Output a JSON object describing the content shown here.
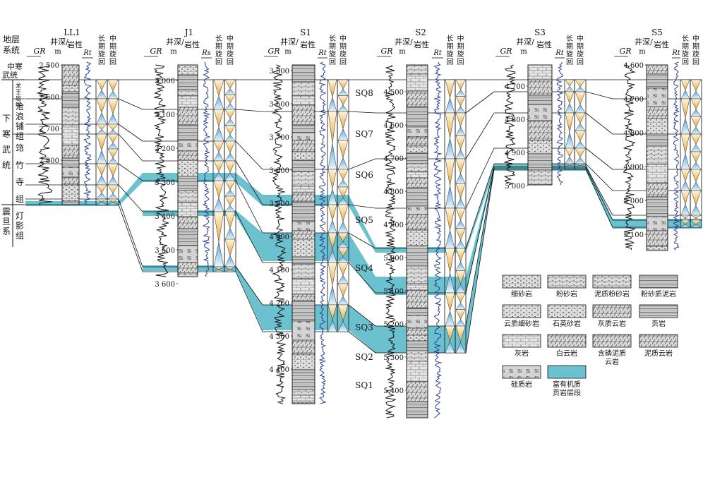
{
  "strat": {
    "header": "地层系统",
    "units": [
      {
        "name": "中寒武统"
      },
      {
        "name": "龙王庙组"
      },
      {
        "name": "沧浪铺组"
      },
      {
        "name": "下寒武统"
      },
      {
        "name": "筇竹寺组"
      },
      {
        "name": "震旦系"
      },
      {
        "name": "灯影组"
      }
    ]
  },
  "col_labels": {
    "gr": "GR",
    "depth": "井深/m",
    "litho": "岩性",
    "rt": "Rt",
    "rs": "Rs",
    "long_cycle": "长期旋回",
    "mid_cycle": "中期旋回"
  },
  "wells": [
    {
      "name": "LL1",
      "res": "Rt",
      "depths": [
        "2 500",
        "2 600",
        "2 700",
        "2 800"
      ]
    },
    {
      "name": "J1",
      "res": "Rs",
      "depths": [
        "3 000",
        "3 100",
        "3 200",
        "3 300",
        "3 400",
        "3 500",
        "3 600"
      ]
    },
    {
      "name": "S1",
      "res": "Rt",
      "depths": [
        "3 500",
        "3 600",
        "3 700",
        "3 800",
        "3 900",
        "4 000",
        "4 100",
        "4 200",
        "4 300",
        "4 400"
      ]
    },
    {
      "name": "S2",
      "res": "Rt",
      "depths": [
        "4 500",
        "4 600",
        "4 700",
        "4 800",
        "4 900",
        "5 000",
        "5 100",
        "5 200",
        "5 300",
        "5 400"
      ]
    },
    {
      "name": "S3",
      "res": "Rt",
      "depths": [
        "4 700",
        "4 800",
        "4 900",
        "5 000"
      ]
    },
    {
      "name": "S5",
      "res": "Rt",
      "depths": [
        "4 600",
        "4 700",
        "4 800",
        "4 900",
        "5 000",
        "5 100"
      ]
    }
  ],
  "sequences": [
    "SQ8",
    "SQ7",
    "SQ6",
    "SQ5",
    "SQ4",
    "SQ3",
    "SQ2",
    "SQ1"
  ],
  "legend": {
    "items": [
      {
        "name": "细砂岩"
      },
      {
        "name": "粉砂岩"
      },
      {
        "name": "泥质粉砂岩"
      },
      {
        "name": "粉砂质泥岩"
      },
      {
        "name": "云质细砂岩"
      },
      {
        "name": "石英砂岩"
      },
      {
        "name": "灰质云岩"
      },
      {
        "name": "页岩"
      },
      {
        "name": "灰岩"
      },
      {
        "name": "白云岩"
      },
      {
        "name": "含磷泥质云岩"
      },
      {
        "name": "泥质云岩"
      },
      {
        "name": "硅质岩"
      },
      {
        "name": "富有机质页岩层段"
      }
    ]
  },
  "colors": {
    "shale_band": "#6cc1cf",
    "log": "#111111",
    "res_log": "#2c3e9a",
    "cycle_warm": "#e9a83a",
    "cycle_cool": "#5aa8d8",
    "litho_fill": "#d0d0d0",
    "litho_dark": "#5a5a5a"
  }
}
